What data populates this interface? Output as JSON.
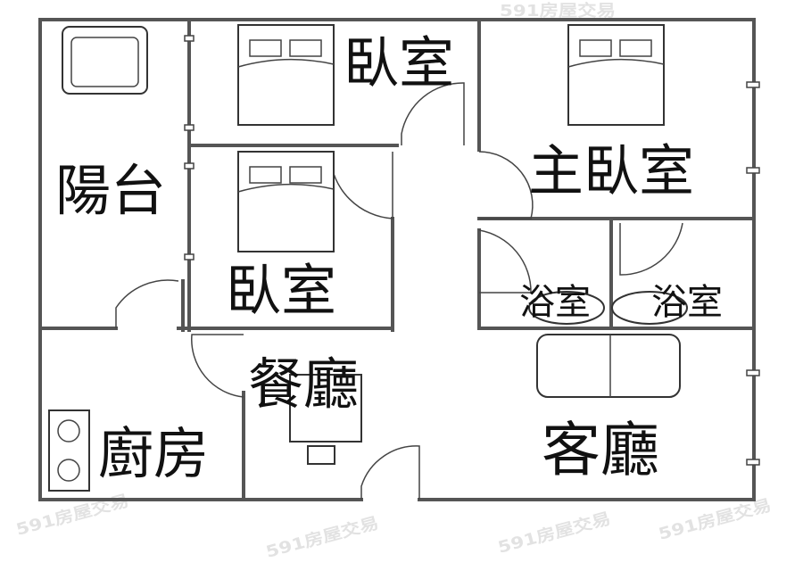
{
  "rooms": {
    "bedroom_top": "臥室",
    "master_bedroom": "主臥室",
    "balcony": "陽台",
    "bedroom_middle": "臥室",
    "bathroom_left": "浴室",
    "bathroom_right": "浴室",
    "dining_room": "餐廳",
    "kitchen": "廚房",
    "living_room": "客廳"
  },
  "watermark": "591房屋交易",
  "colors": {
    "wall": "#555555",
    "text": "#111111"
  }
}
